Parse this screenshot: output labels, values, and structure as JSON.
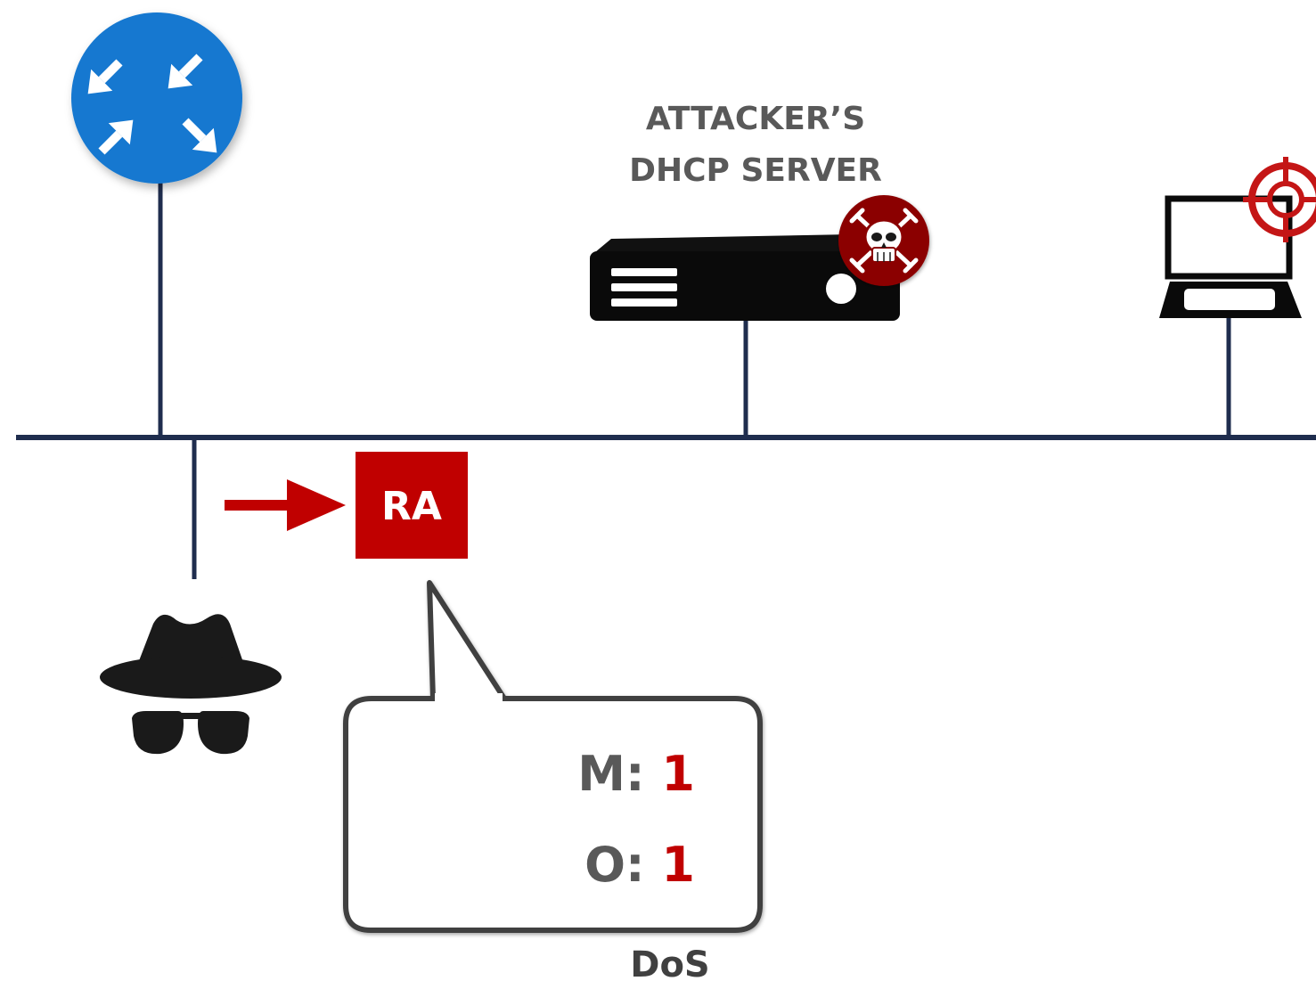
{
  "labels": {
    "dhcp_line1": "ATTACKER’S",
    "dhcp_line2": "DHCP SERVER",
    "packet": "RA",
    "flag_m_key": "M:",
    "flag_m_value": "1",
    "flag_o_key": "O:",
    "flag_o_value": "1",
    "caption": "DoS"
  },
  "icons": {
    "router": "router-icon",
    "server": "server-icon",
    "skull_badge": "skull-crossbones-icon",
    "laptop": "laptop-icon",
    "target_badge": "crosshair-target-icon",
    "attacker": "spy-hat-glasses-icon",
    "arrow": "arrow-right-icon"
  },
  "colors": {
    "router_blue": "#1478d0",
    "network_line": "#1f2d4e",
    "packet_red": "#c00000",
    "arrow_red": "#c00000",
    "label_gray": "#595959",
    "callout_border": "#404040",
    "badge_red": "#8b0000",
    "flag_value_red": "#c00000"
  }
}
